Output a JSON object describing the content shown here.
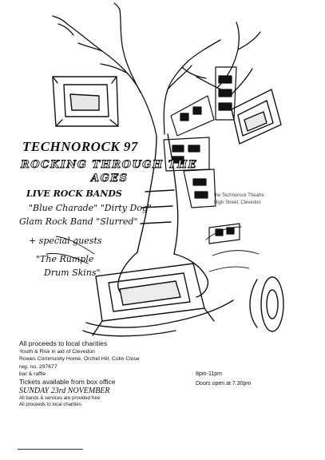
{
  "flyer": {
    "title": "TECHNOROCK 97",
    "tagline_line1": "ROCKING THROUGH THE",
    "tagline_line2": "AGES",
    "live_bands": "LIVE ROCK BANDS",
    "bands_line1": "\"Blue Charade\" \"Dirty Dog\"",
    "bands_line2": "Glam Rock Band \"Slurred\"",
    "special_guests": "+ special guests",
    "guest_line1": "\"The Rumple",
    "guest_line2": "Drum Skins\"",
    "side_note": [
      "the Technorock Theatre",
      "High Street, Clevedon"
    ],
    "info": {
      "proceeds": "All proceeds to local charities",
      "charity_1": "Youth & Risk in aid of Clevedon",
      "charity_2": "Rowes Community Home, Orchid Hill, Colin Close",
      "reg": "reg. no. 297677",
      "bar": "bar & raffle",
      "tickets": "Tickets available from box office",
      "date": "SUNDAY 23rd NOVEMBER",
      "small_1": "All bands & services are provided free",
      "small_2": "All proceeds to local charities"
    },
    "times": {
      "hours": "8pm-11pm",
      "doors": "Doors open at 7.30pm"
    }
  }
}
